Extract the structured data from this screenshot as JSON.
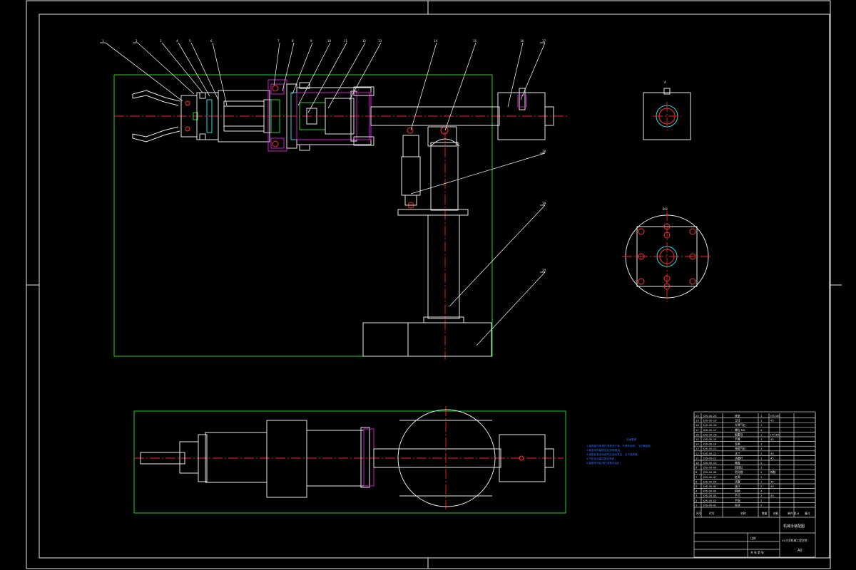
{
  "drawing": {
    "balloons": [
      "1",
      "2",
      "3",
      "4",
      "5",
      "6",
      "7",
      "8",
      "9",
      "10",
      "11",
      "12",
      "13",
      "14",
      "15",
      "16",
      "17",
      "18",
      "19",
      "20"
    ],
    "section_labels": {
      "top_view": "A",
      "base_view": "B-B"
    },
    "notes_title": "技术要求",
    "notes": [
      "1.装配前所有零件须清洗干净，不得有毛刺、飞边等缺陷。",
      "2.各密封件装配前应浸润滑油。",
      "3.装配后各运动部件应运动灵活，无卡滞现象。",
      "4.气缸及活塞应配合良好。",
      "5.装配完毕后进行空载试运行。"
    ]
  },
  "title_block": {
    "bom_rows": [
      [
        "20",
        "JXS-00-20",
        "底座",
        "1",
        "HT200",
        ""
      ],
      [
        "19",
        "JXS-00-19",
        "立柱",
        "1",
        "45",
        ""
      ],
      [
        "18",
        "JXS-00-18",
        "升降气缸",
        "1",
        "",
        ""
      ],
      [
        "17",
        "JXS-00-17",
        "螺栓 M8",
        "4",
        "",
        ""
      ],
      [
        "16",
        "JXS-00-16",
        "配重块",
        "1",
        "HT150",
        ""
      ],
      [
        "15",
        "JXS-00-15",
        "手臂",
        "1",
        "45",
        ""
      ],
      [
        "14",
        "JXS-00-14",
        "支座",
        "1",
        "",
        ""
      ],
      [
        "13",
        "JXS-00-13",
        "伸缩气缸",
        "1",
        "",
        ""
      ],
      [
        "12",
        "JXS-00-12",
        "法兰",
        "1",
        "45",
        ""
      ],
      [
        "11",
        "JXS-00-11",
        "活塞杆",
        "1",
        "45",
        ""
      ],
      [
        "10",
        "JXS-00-10",
        "端盖",
        "2",
        "",
        ""
      ],
      [
        "9",
        "JXS-00-09",
        "回转缸",
        "1",
        "",
        ""
      ],
      [
        "8",
        "JXS-00-08",
        "密封圈",
        "2",
        "橡胶",
        ""
      ],
      [
        "7",
        "JXS-00-07",
        "缸筒",
        "1",
        "",
        ""
      ],
      [
        "6",
        "JXS-00-06",
        "活塞",
        "1",
        "45",
        ""
      ],
      [
        "5",
        "JXS-00-05",
        "连杆",
        "2",
        "45",
        ""
      ],
      [
        "4",
        "JXS-00-04",
        "销轴",
        "4",
        "",
        ""
      ],
      [
        "3",
        "JXS-00-03",
        "手爪",
        "2",
        "45",
        ""
      ],
      [
        "2",
        "JXS-00-02",
        "手指",
        "2",
        "",
        ""
      ],
      [
        "1",
        "JXS-00-01",
        "夹块",
        "2",
        "",
        ""
      ]
    ],
    "header": {
      "no": "序号",
      "code": "代号",
      "name": "名称",
      "qty": "数量",
      "material": "材料",
      "weight": "单件 总计",
      "remark": "备注"
    },
    "drawing_title": "机械手装配图",
    "school": "XX大学机械工程学院",
    "scale_label": "比例",
    "sheet_label": "共 张 第 张",
    "sheet_no": "A0"
  }
}
